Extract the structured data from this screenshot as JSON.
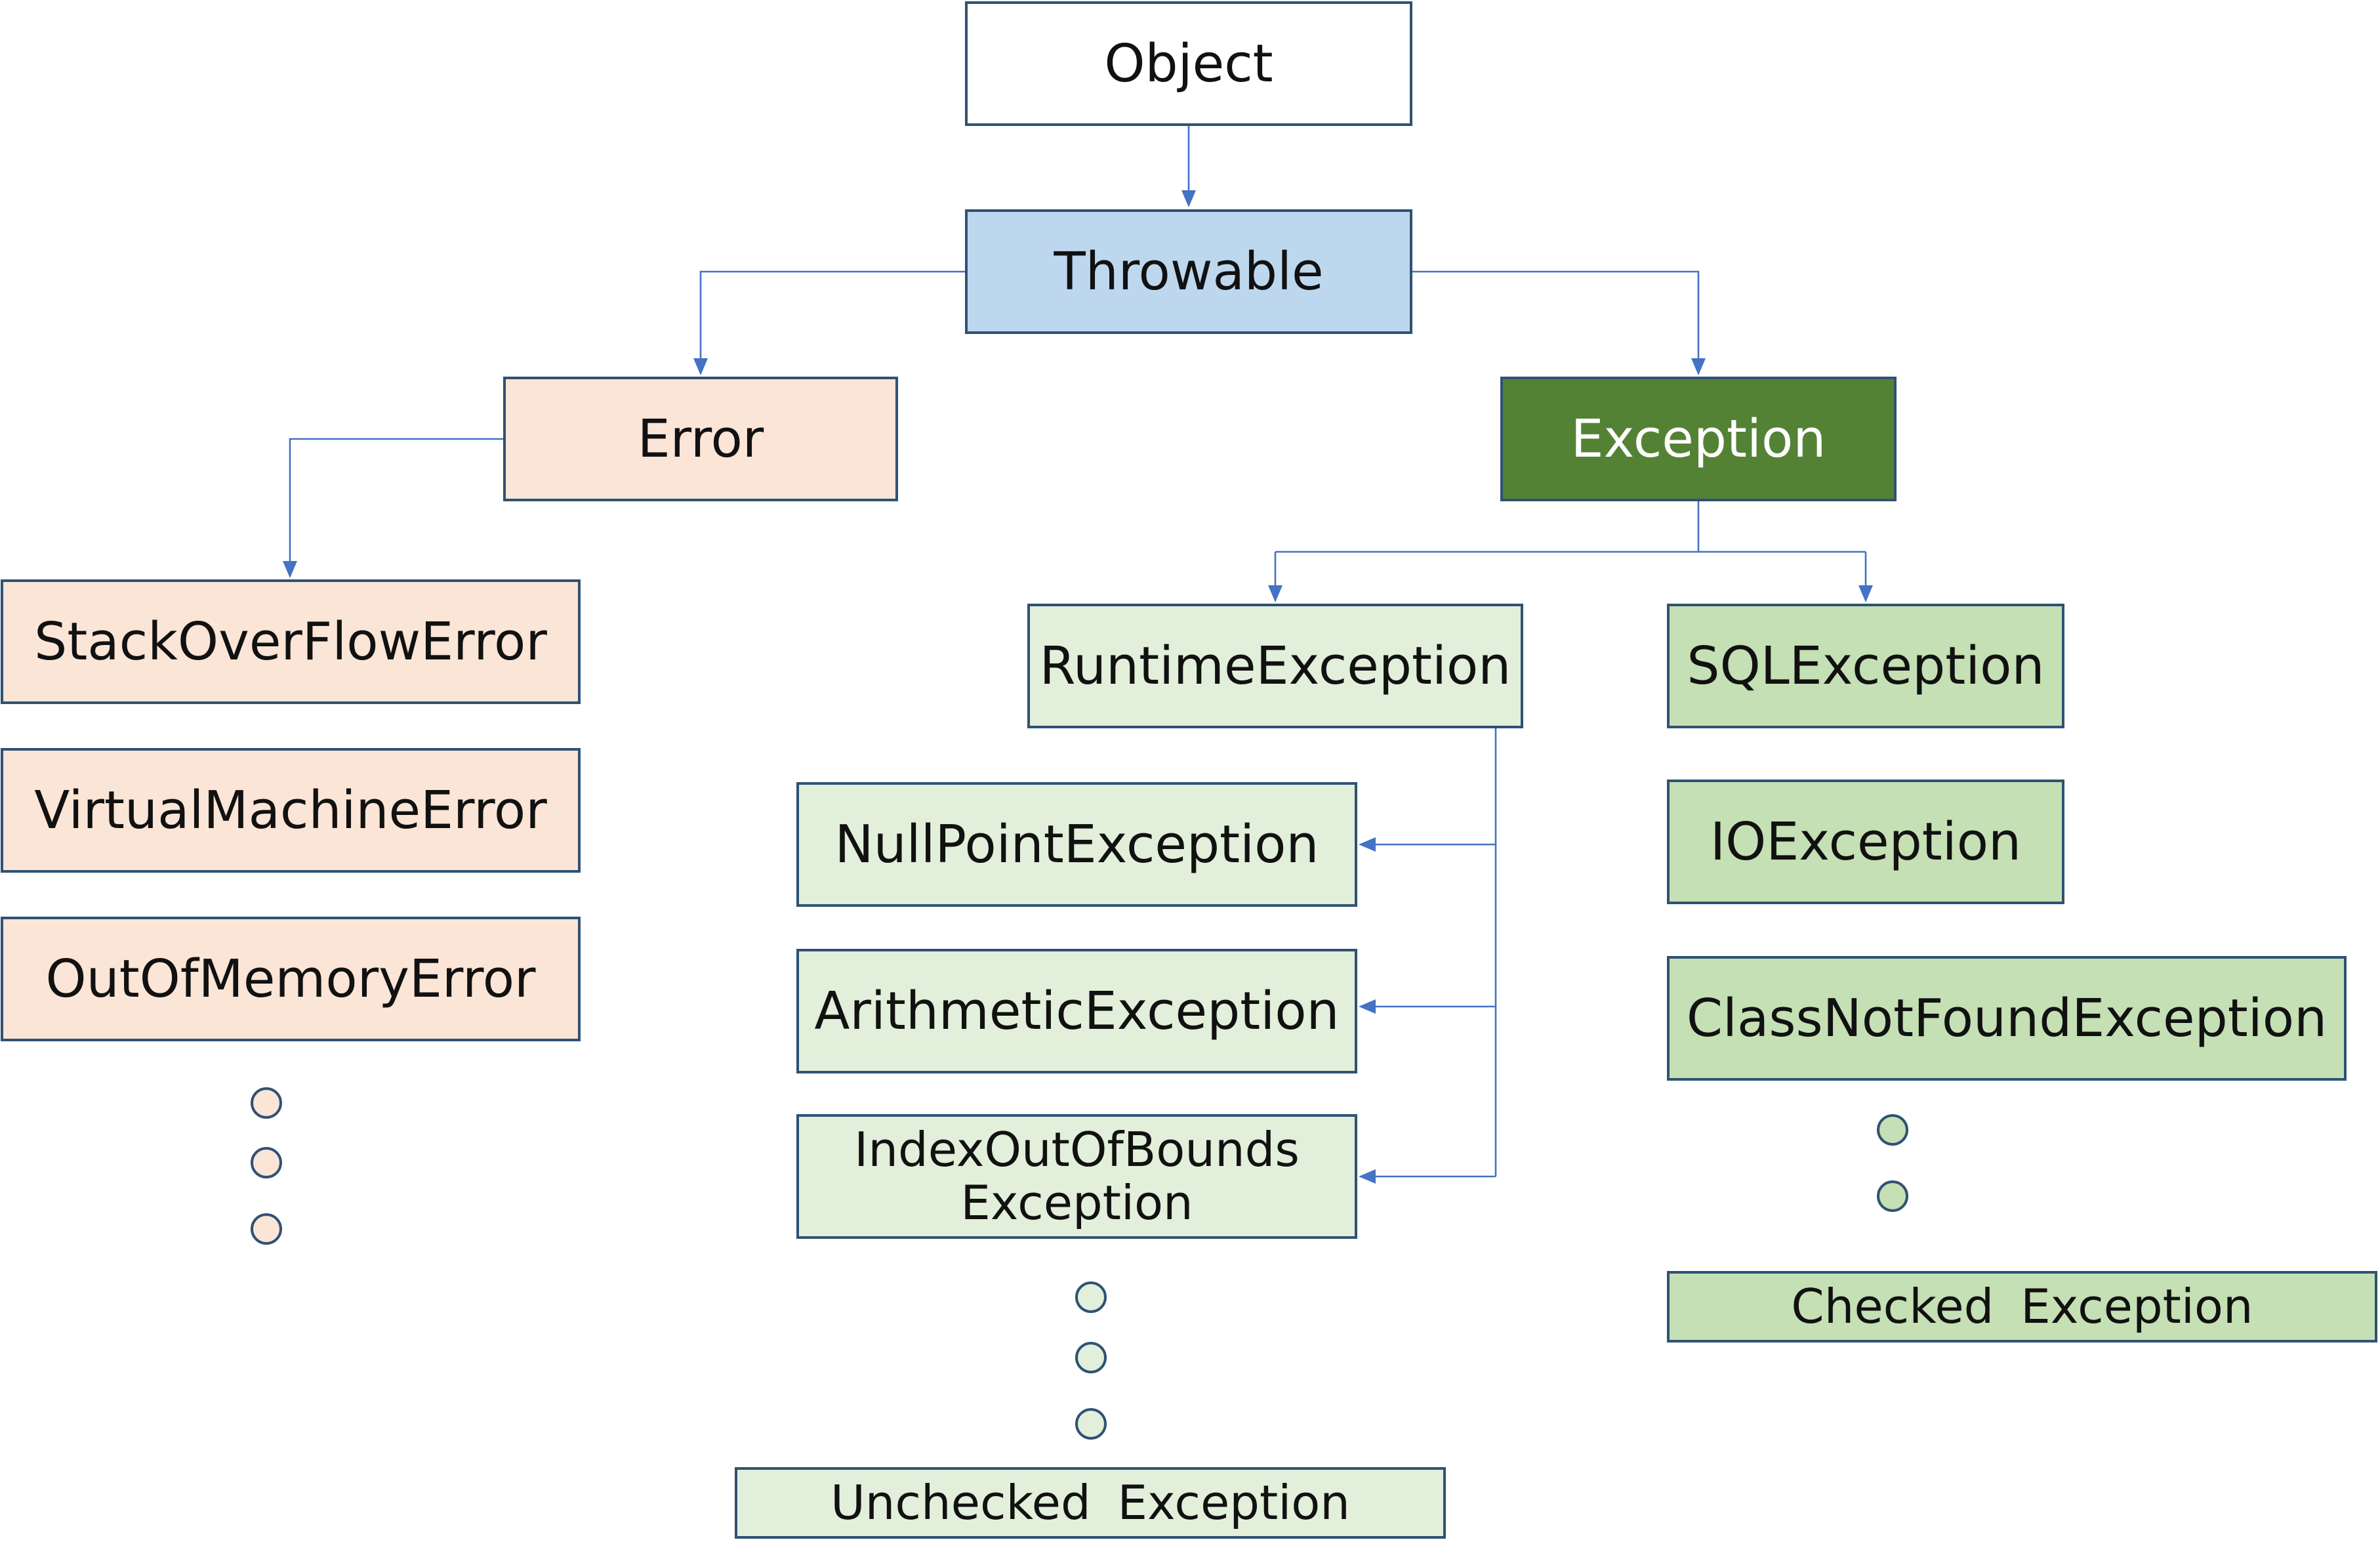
{
  "colors": {
    "connector": "#4472c4",
    "border": "#2f5274",
    "object": "#ffffff",
    "throwable": "#bdd7ee",
    "error": "#fbe5d6",
    "exception": "#548235",
    "unchecked": "#e2efda",
    "checked": "#c5e0b4"
  },
  "nodes": {
    "object": "Object",
    "throwable": "Throwable",
    "error": "Error",
    "exception": "Exception",
    "stack_overflow_error": "StackOverFlowError",
    "virtual_machine_error": "VirtualMachineError",
    "out_of_memory_error": "OutOfMemoryError",
    "runtime_exception": "RuntimeException",
    "null_point_exception": "NullPointException",
    "arithmetic_exception": "ArithmeticException",
    "index_out_of_bounds_exception": "IndexOutOfBounds\nException",
    "sql_exception": "SQLException",
    "io_exception": "IOException",
    "class_not_found_exception": "ClassNotFoundException"
  },
  "legend": {
    "unchecked": "Unchecked  Exception",
    "checked": "Checked  Exception"
  },
  "ellipses": {
    "error_list": 3,
    "unchecked_list": 3,
    "checked_list": 2
  }
}
